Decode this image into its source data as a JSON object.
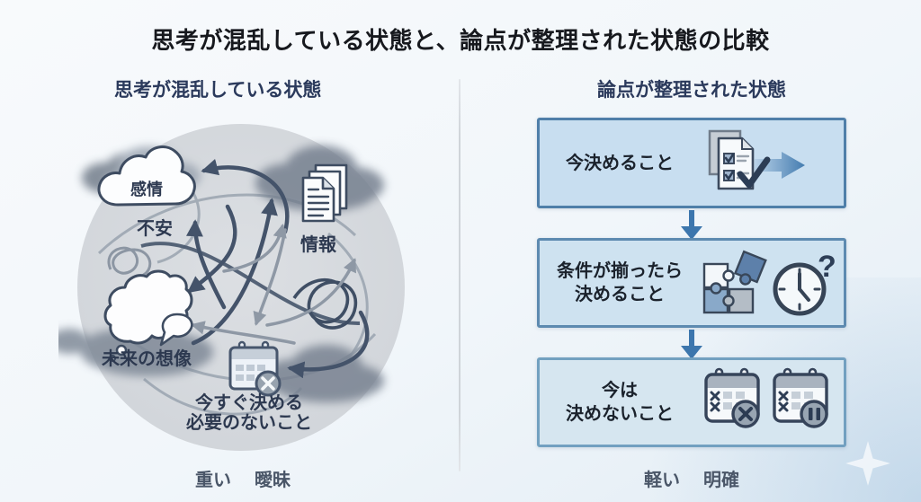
{
  "title": "思考が混乱している状態と、論点が整理された状態の比較",
  "left": {
    "heading": "思考が混乱している状態",
    "emotion": "感情",
    "anxiety": "不安",
    "info": "情報",
    "future": "未来の想像",
    "no_need_line1": "今すぐ決める",
    "no_need_line2": "必要のないこと",
    "footer": [
      "重い",
      "曖昧"
    ]
  },
  "right": {
    "heading": "論点が整理された状態",
    "boxes": [
      {
        "line1": "今決めること",
        "line2": ""
      },
      {
        "line1": "条件が揃ったら",
        "line2": "決めること"
      },
      {
        "line1": "今は",
        "line2": "決めないこと"
      }
    ],
    "footer": [
      "軽い",
      "明確"
    ]
  },
  "icons": {
    "left_panel": [
      "storm-cloud-icon",
      "emotion-cloud-icon",
      "documents-stack-icon",
      "thought-bubble-icon",
      "calendar-x-icon",
      "tangled-arrows-icon"
    ],
    "box1": [
      "checklist-document-icon",
      "forward-arrow-icon"
    ],
    "box2": [
      "puzzle-pieces-icon",
      "clock-question-icon"
    ],
    "box3": [
      "calendar-cancel-icon",
      "calendar-pause-icon"
    ],
    "flow": "down-arrow-icon",
    "corner": "sparkle-icon",
    "question_mark": "?"
  },
  "colors": {
    "title": "#17191e",
    "heading": "#2b3a5c",
    "box_fill": "#cde1f0",
    "box_border": "#5586b0",
    "flow_arrow": "#3c76ad",
    "circle_fill": "#d6d9dd",
    "navy_line": "#44536a",
    "gray_line": "#8e98a5",
    "footer_text": "#4a5668"
  }
}
